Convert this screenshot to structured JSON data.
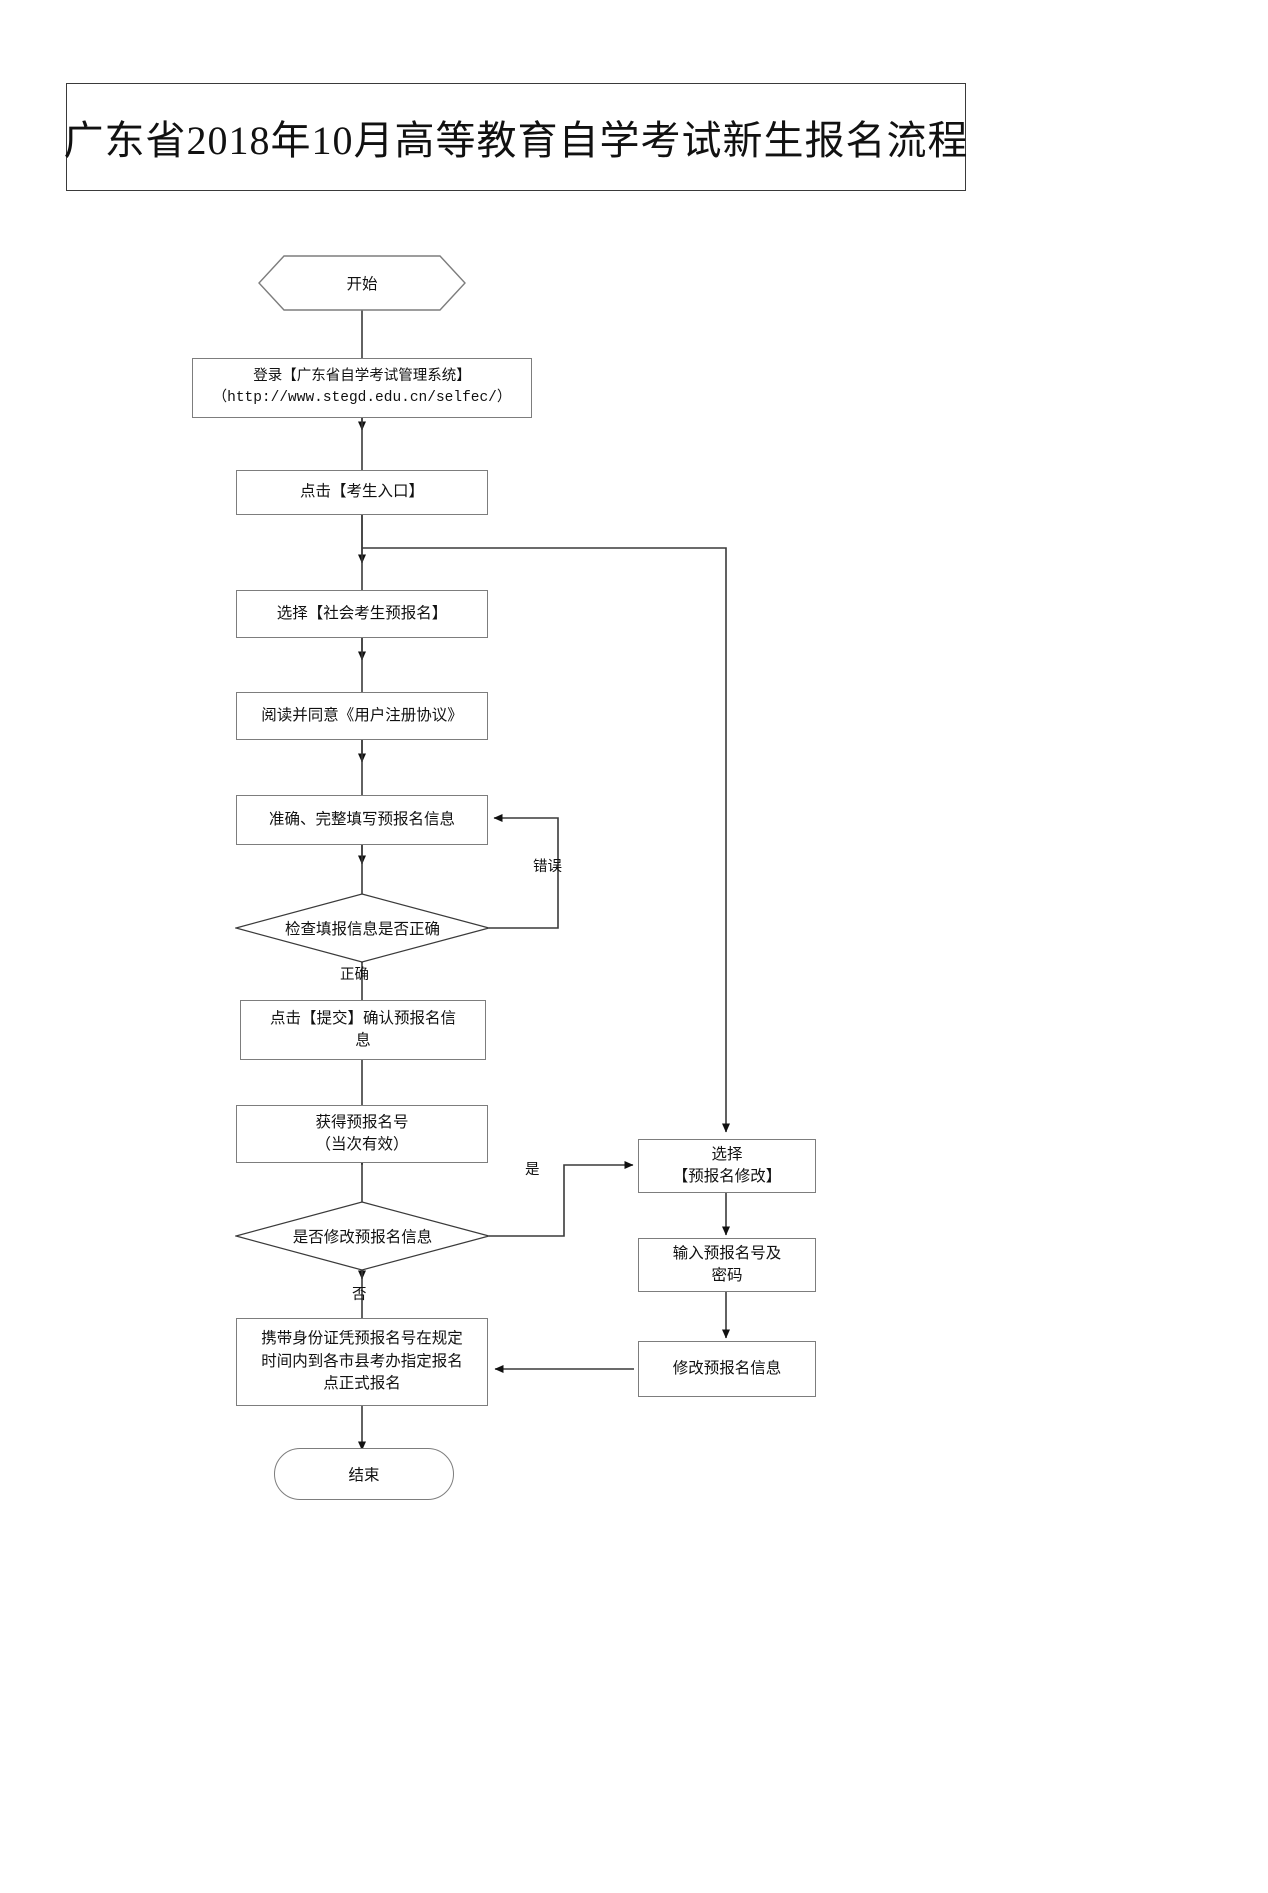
{
  "title": "广东省2018年10月高等教育自学考试新生报名流程",
  "flow": {
    "start": "开始",
    "end": "结束",
    "nodes": [
      {
        "id": "login",
        "text": "登录【广东省自学考试管理系统】\n（http://www.stegd.edu.cn/selfec/）"
      },
      {
        "id": "entry",
        "text": "点击【考生入口】"
      },
      {
        "id": "select",
        "text": "选择【社会考生预报名】"
      },
      {
        "id": "agree",
        "text": "阅读并同意《用户注册协议》"
      },
      {
        "id": "fill",
        "text": "准确、完整填写预报名信息"
      },
      {
        "id": "check",
        "text": "检查填报信息是否正确"
      },
      {
        "id": "submit",
        "text": "点击【提交】确认预报名信\n息"
      },
      {
        "id": "getno",
        "text": "获得预报名号\n（当次有效）"
      },
      {
        "id": "modify",
        "text": "是否修改预报名信息"
      },
      {
        "id": "formal",
        "text": "携带身份证凭预报名号在规定\n时间内到各市县考办指定报名\n点正式报名"
      },
      {
        "id": "selmod",
        "text": "选择\n【预报名修改】"
      },
      {
        "id": "inputno",
        "text": "输入预报名号及\n密码"
      },
      {
        "id": "domod",
        "text": "修改预报名信息"
      }
    ],
    "edge_labels": {
      "error": "错误",
      "correct": "正确",
      "yes": "是",
      "no": "否"
    }
  },
  "colors": {
    "stroke": "#7d7d7d",
    "line": "#3a3a3a",
    "text": "#111111",
    "background": "#ffffff"
  }
}
